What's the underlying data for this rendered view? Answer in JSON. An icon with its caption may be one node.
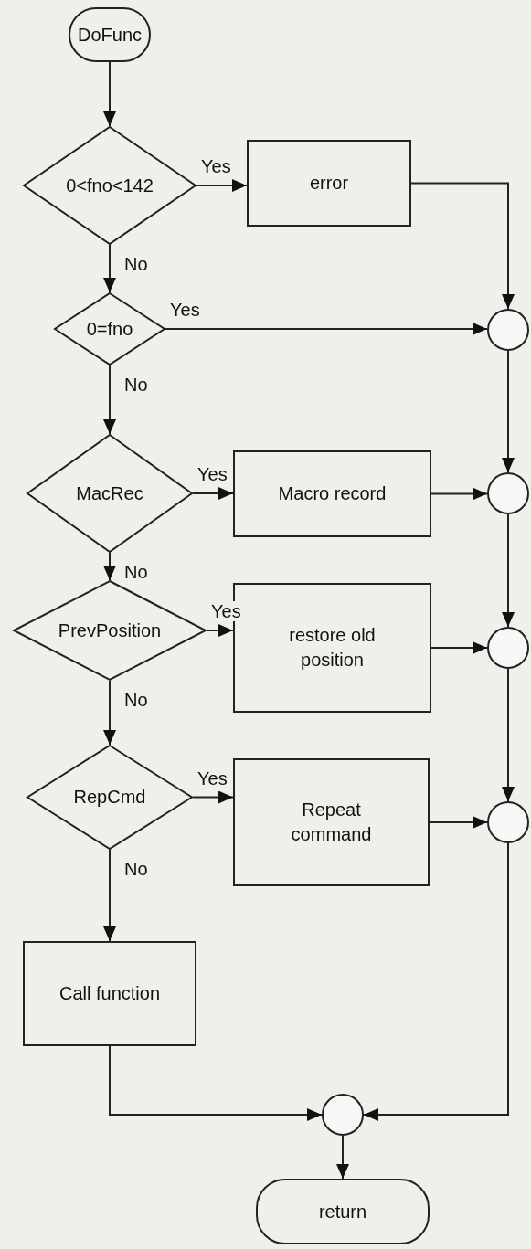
{
  "diagram": {
    "nodes": [
      {
        "text": [
          "DoFunc"
        ]
      },
      {
        "text": [
          "0<fno<142"
        ]
      },
      {
        "text": [
          "error"
        ]
      },
      {
        "text": [
          "0=fno"
        ]
      },
      {
        "text": [],
        "shape": "circle"
      },
      {
        "text": [
          "MacRec"
        ]
      },
      {
        "text": [
          "Macro record"
        ]
      },
      {
        "text": [],
        "shape": "circle"
      },
      {
        "text": [
          "PrevPosition"
        ]
      },
      {
        "text": [
          "restore old position"
        ]
      },
      {
        "text": [],
        "shape": "circle"
      },
      {
        "text": [
          "RepCmd"
        ]
      },
      {
        "text": [
          "Repeat command"
        ]
      },
      {
        "text": [],
        "shape": "circle"
      },
      {
        "text": [
          "Call function"
        ]
      },
      {
        "text": [],
        "shape": "circle"
      },
      {
        "text": [
          "return"
        ]
      }
    ],
    "edges": [
      {
        "from": 0,
        "to": 1,
        "arrow": "to"
      },
      {
        "from": 1,
        "to": 2,
        "arrow": "to",
        "label": "Yes"
      },
      {
        "from": 1,
        "to": 3,
        "arrow": "to",
        "label": "No"
      },
      {
        "from": 2,
        "to": 4,
        "arrow": "to"
      },
      {
        "from": 3,
        "to": 4,
        "arrow": "to",
        "label": "Yes"
      },
      {
        "from": 3,
        "to": 5,
        "arrow": "to",
        "label": "No"
      },
      {
        "from": 4,
        "to": 7,
        "arrow": "to"
      },
      {
        "from": 5,
        "to": 6,
        "arrow": "to",
        "label": "Yes"
      },
      {
        "from": 6,
        "to": 7,
        "arrow": "to"
      },
      {
        "from": 5,
        "to": 8,
        "arrow": "to",
        "label": "No"
      },
      {
        "from": 7,
        "to": 10,
        "arrow": "to"
      },
      {
        "from": 8,
        "to": 9,
        "arrow": "to",
        "label": "Yes"
      },
      {
        "from": 9,
        "to": 10,
        "arrow": "to"
      },
      {
        "from": 8,
        "to": 11,
        "arrow": "to",
        "label": "No"
      },
      {
        "from": 10,
        "to": 13,
        "arrow": "to"
      },
      {
        "from": 11,
        "to": 12,
        "arrow": "to",
        "label": "Yes"
      },
      {
        "from": 12,
        "to": 13,
        "arrow": "to"
      },
      {
        "from": 11,
        "to": 14,
        "arrow": "to",
        "label": "No"
      },
      {
        "from": 14,
        "to": 15,
        "arrow": "to"
      },
      {
        "from": 13,
        "to": 15,
        "arrow": "to"
      },
      {
        "from": 15,
        "to": 16,
        "arrow": "to"
      }
    ]
  }
}
